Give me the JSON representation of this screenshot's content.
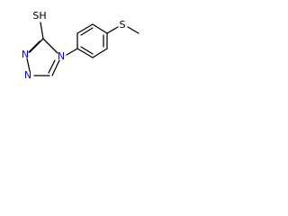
{
  "molecule": {
    "atoms": {
      "sh": {
        "label": "SH",
        "color": "#000000"
      },
      "n_ring": {
        "label": "N",
        "color": "#0000ff"
      },
      "n_left1": {
        "label": "N",
        "color": "#0000ff"
      },
      "n_left2": {
        "label": "N",
        "color": "#0000ff"
      },
      "s_methyl": {
        "label": "S",
        "color": "#000000"
      }
    },
    "colors": {
      "bond": "#000000",
      "nitrogen": "#0000ff",
      "sulfur": "#000000",
      "background": "#ffffff"
    }
  }
}
